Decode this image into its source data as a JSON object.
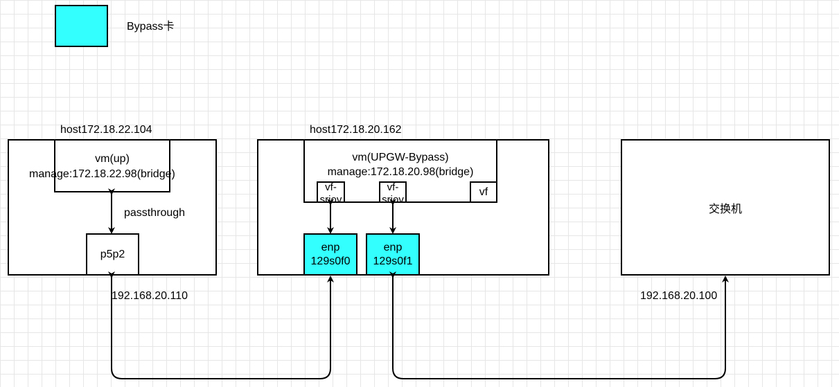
{
  "legend": {
    "label": "Bypass卡",
    "color": "#33ffff"
  },
  "host_left": {
    "title": "host172.18.22.104",
    "vm_name": "vm(up)",
    "vm_manage": "manage:172.18.22.98(bridge)",
    "link_label": "passthrough",
    "nic": "p5p2",
    "ip": "192.168.20.110"
  },
  "host_mid": {
    "title": "host172.18.20.162",
    "vm_name": "vm(UPGW-Bypass)",
    "vm_manage": "manage:172.18.20.98(bridge)",
    "vf1_line1": "vf-",
    "vf1_line2": "sriov",
    "vf2_line1": "vf-",
    "vf2_line2": "sriov",
    "vf3": "vf",
    "nic1_line1": "enp",
    "nic1_line2": "129s0f0",
    "nic2_line1": "enp",
    "nic2_line2": "129s0f1"
  },
  "switch": {
    "label": "交换机",
    "ip": "192.168.20.100"
  }
}
